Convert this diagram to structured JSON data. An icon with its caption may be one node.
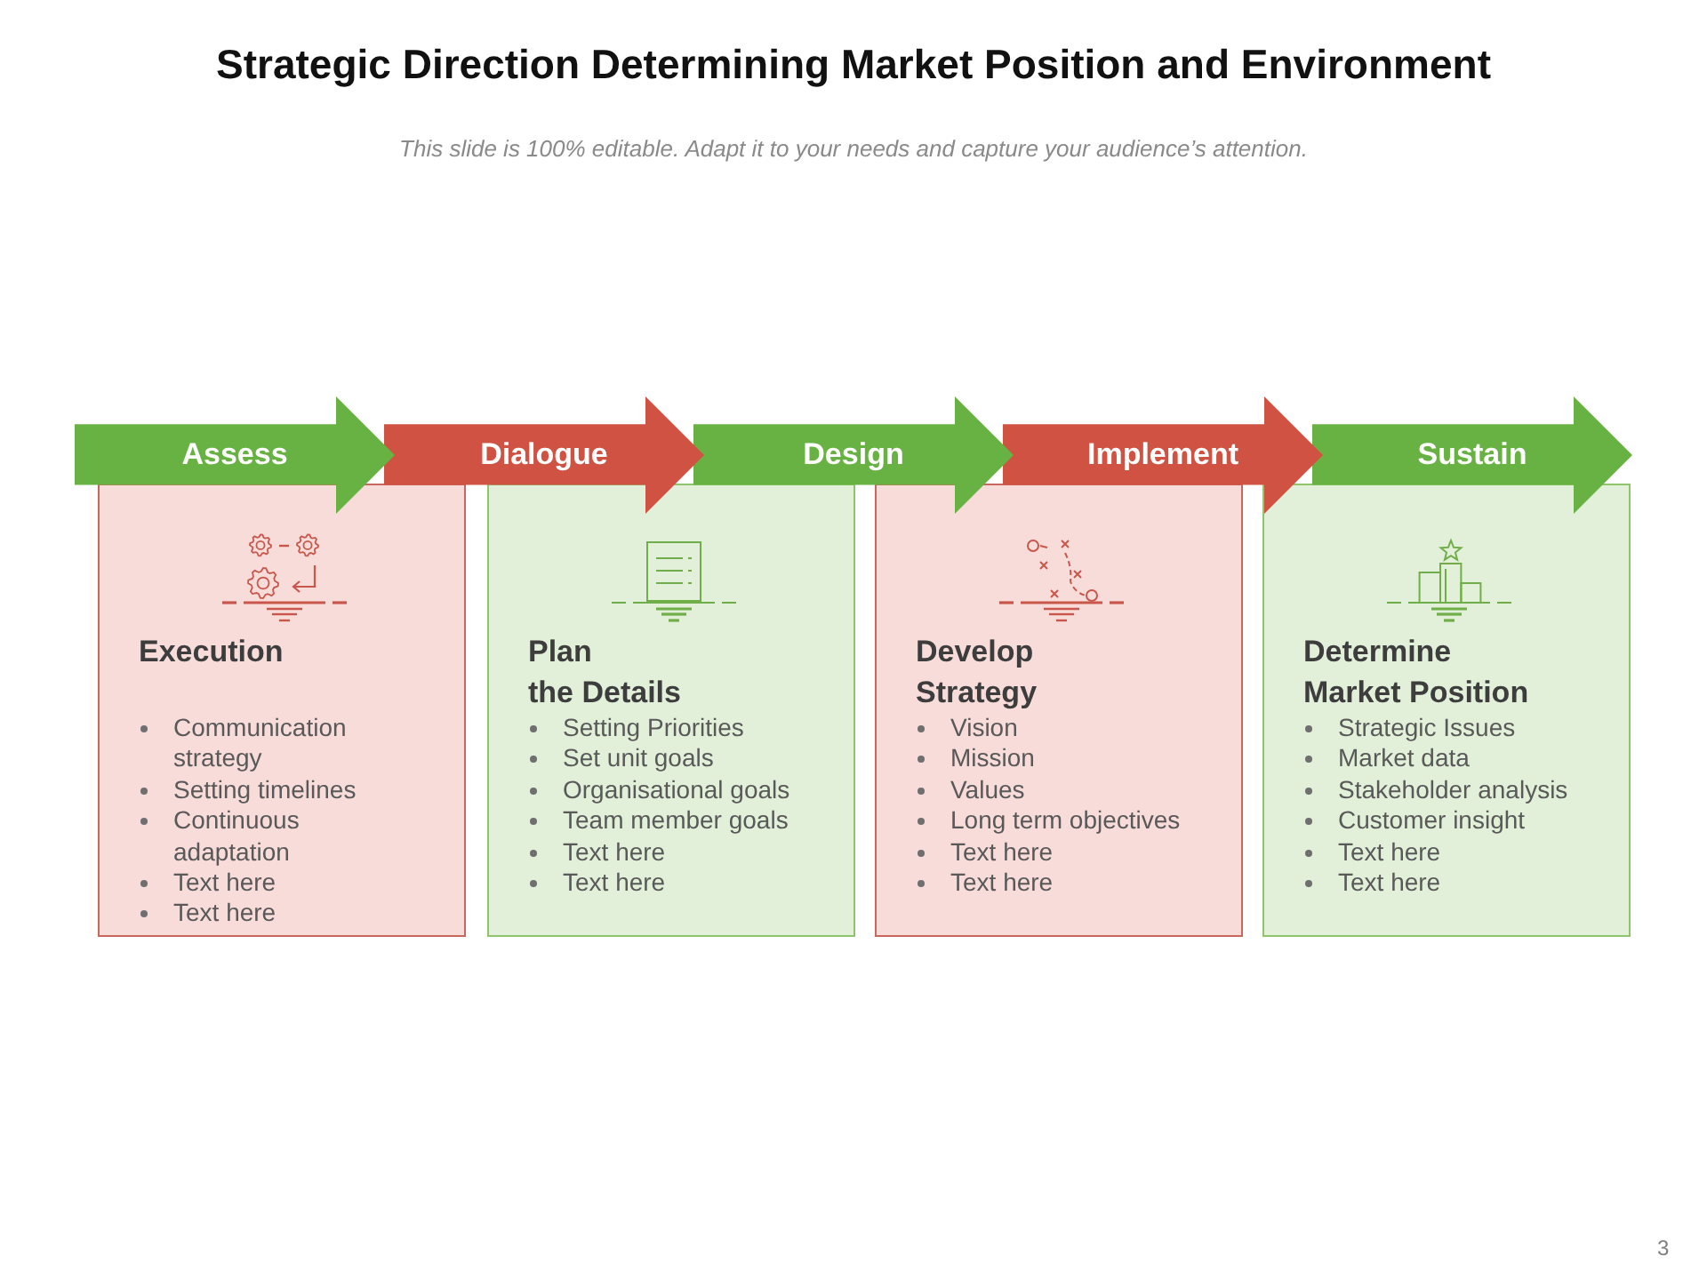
{
  "diagram": {
    "title": "Strategic Direction Determining Market Position and Environment",
    "nodes": [
      {
        "text": [
          "Assess"
        ]
      },
      {
        "text": [
          "Dialogue"
        ]
      },
      {
        "text": [
          "Design"
        ]
      },
      {
        "text": [
          "Implement"
        ]
      },
      {
        "text": [
          "Sustain"
        ]
      },
      {
        "text": [
          "Execution",
          "Communication strategy",
          "Setting timelines",
          "Continuous adaptation",
          "Text here",
          "Text here"
        ]
      },
      {
        "text": [
          "Plan the Details",
          "Setting Priorities",
          "Set unit goals",
          "Organisational goals",
          "Team member goals",
          "Text here",
          "Text here"
        ]
      },
      {
        "text": [
          "Develop Strategy",
          "Vision",
          "Mission",
          "Values",
          "Long term objectives",
          "Text here",
          "Text here"
        ]
      },
      {
        "text": [
          "Determine Market Position",
          "Strategic Issues",
          "Market data",
          "Stakeholder analysis",
          "Customer insight",
          "Text here",
          "Text here"
        ]
      }
    ],
    "labels": [
      "This slide is 100% editable. Adapt it to your needs and capture your audience’s attention.",
      "3"
    ]
  }
}
